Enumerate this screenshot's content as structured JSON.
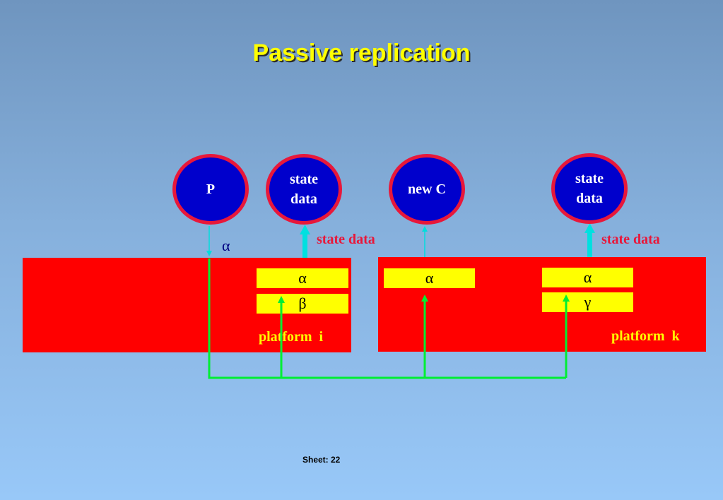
{
  "title": "Passive replication",
  "sheet": "Sheet: 22",
  "circles": {
    "p": "P",
    "state_data_1": "state data",
    "new_c": "new C",
    "state_data_2": "state data"
  },
  "labels": {
    "state_data_arrow_1": "state data",
    "state_data_arrow_2": "state data",
    "alpha_message": "α"
  },
  "platform_i": {
    "label": "platform  i",
    "boxes": [
      "α",
      "β"
    ]
  },
  "platform_k": {
    "label": "platform  k",
    "box_left": "α",
    "boxes": [
      "α",
      "γ"
    ]
  },
  "colors": {
    "platform": "#ff0000",
    "box": "#ffff00",
    "circle_fill": "#0000cc",
    "circle_border": "#e8173a",
    "bus": "#00ee33",
    "arrow": "#00e0e0"
  }
}
